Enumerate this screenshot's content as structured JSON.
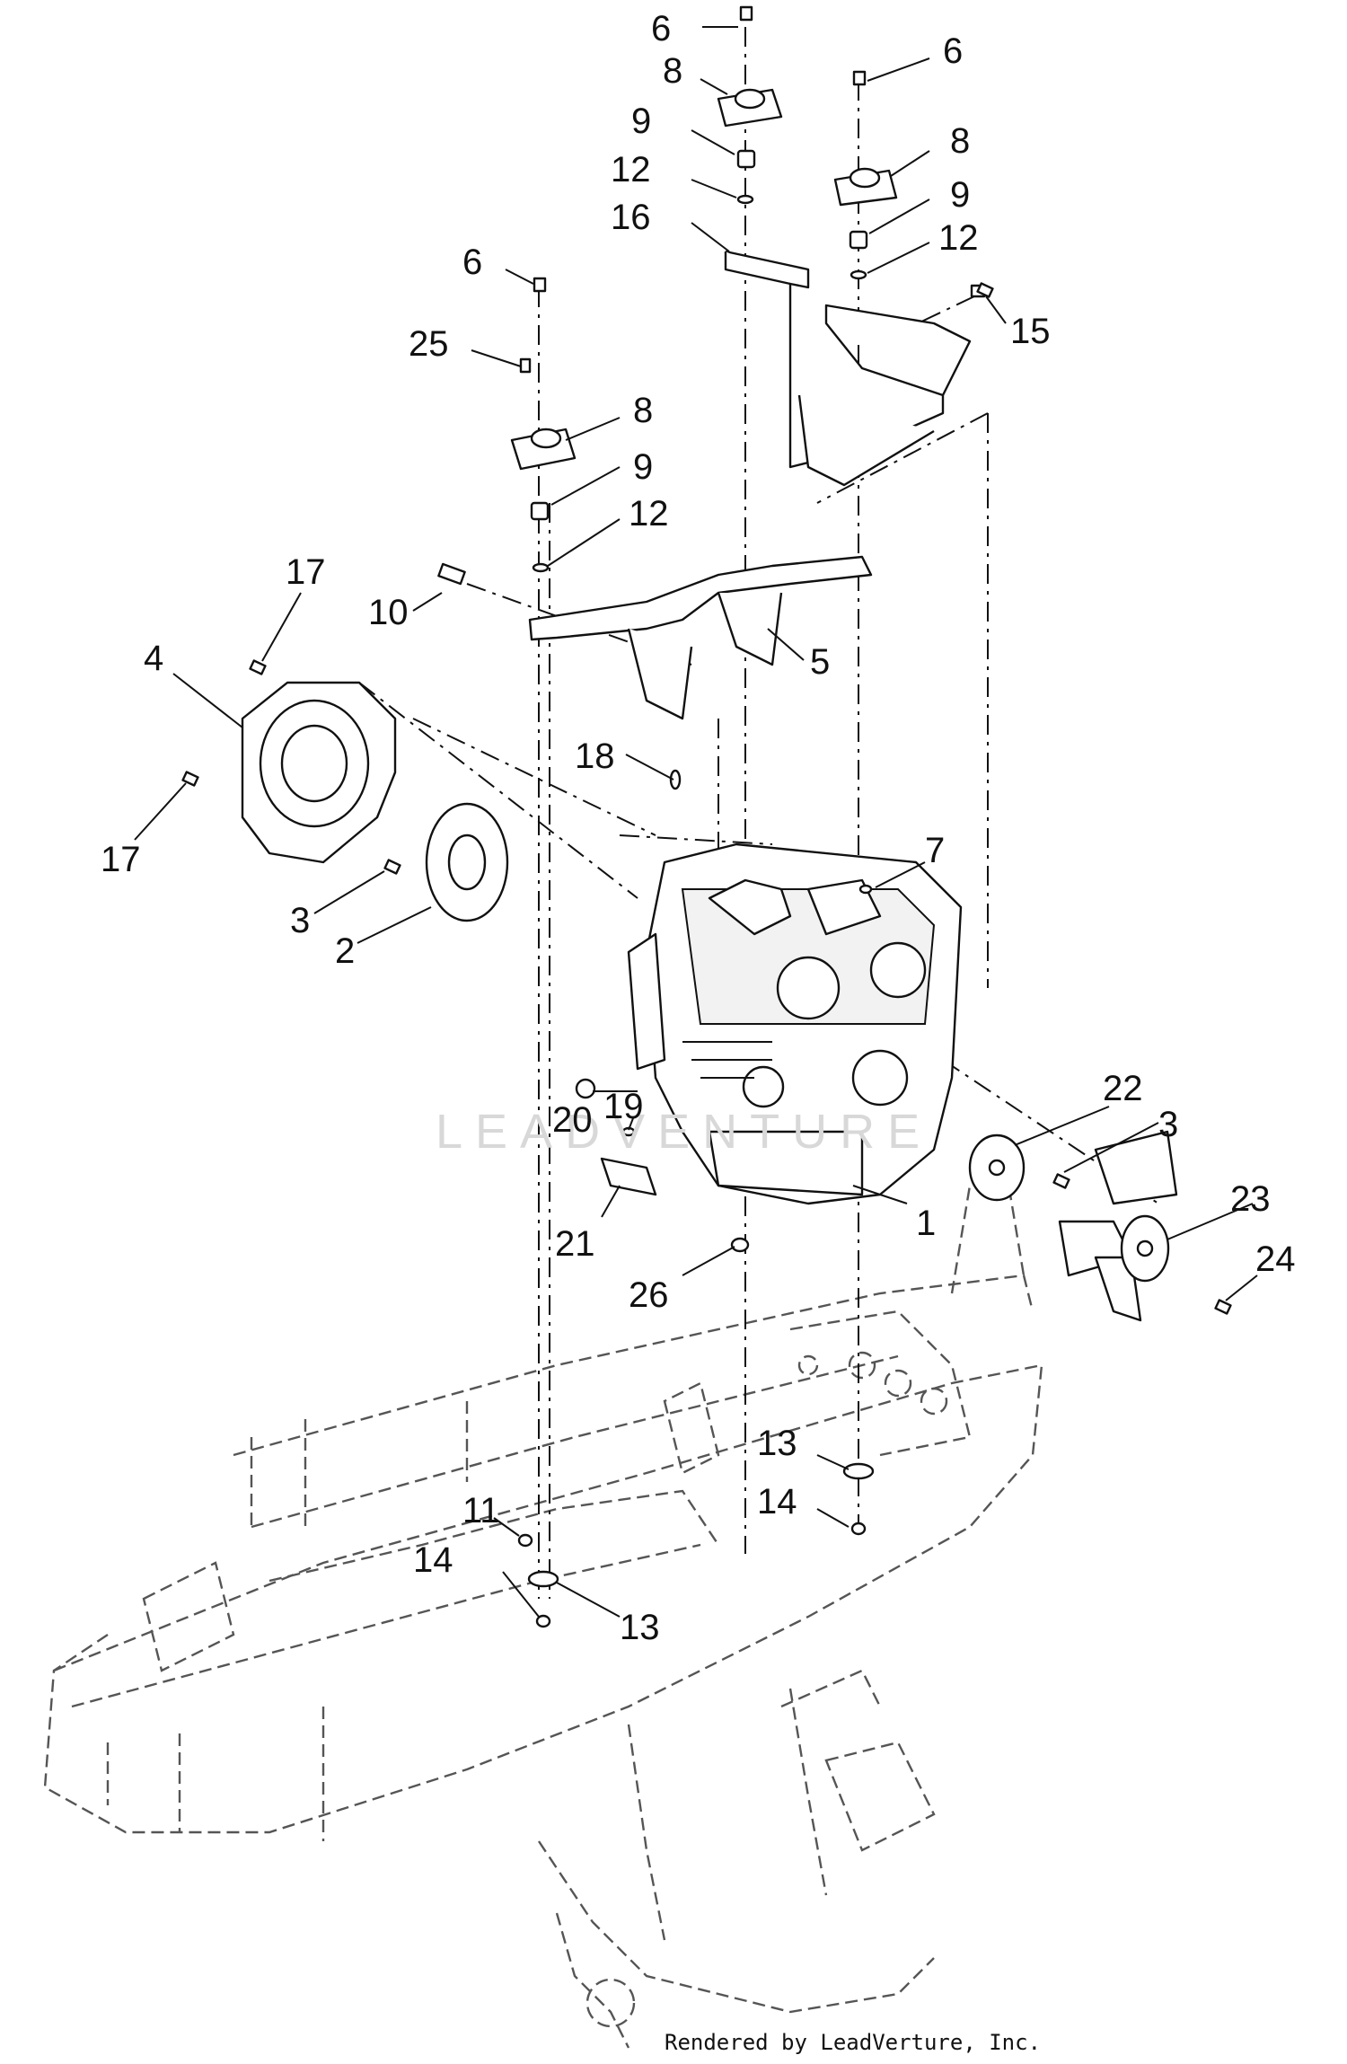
{
  "watermark": "LEADVENTURE",
  "footer": "Rendered by LeadVerture, Inc.",
  "callouts": [
    {
      "id": "c-6a",
      "label": "6"
    },
    {
      "id": "c-8a",
      "label": "8"
    },
    {
      "id": "c-9a",
      "label": "9"
    },
    {
      "id": "c-12a",
      "label": "12"
    },
    {
      "id": "c-16",
      "label": "16"
    },
    {
      "id": "c-6b",
      "label": "6"
    },
    {
      "id": "c-8b",
      "label": "8"
    },
    {
      "id": "c-9b",
      "label": "9"
    },
    {
      "id": "c-12b",
      "label": "12"
    },
    {
      "id": "c-15",
      "label": "15"
    },
    {
      "id": "c-6c",
      "label": "6"
    },
    {
      "id": "c-25",
      "label": "25"
    },
    {
      "id": "c-8c",
      "label": "8"
    },
    {
      "id": "c-9c",
      "label": "9"
    },
    {
      "id": "c-12c",
      "label": "12"
    },
    {
      "id": "c-10",
      "label": "10"
    },
    {
      "id": "c-5",
      "label": "5"
    },
    {
      "id": "c-17a",
      "label": "17"
    },
    {
      "id": "c-4",
      "label": "4"
    },
    {
      "id": "c-17b",
      "label": "17"
    },
    {
      "id": "c-18",
      "label": "18"
    },
    {
      "id": "c-7",
      "label": "7"
    },
    {
      "id": "c-3a",
      "label": "3"
    },
    {
      "id": "c-2",
      "label": "2"
    },
    {
      "id": "c-19",
      "label": "19"
    },
    {
      "id": "c-20",
      "label": "20"
    },
    {
      "id": "c-21",
      "label": "21"
    },
    {
      "id": "c-22",
      "label": "22"
    },
    {
      "id": "c-3b",
      "label": "3"
    },
    {
      "id": "c-23",
      "label": "23"
    },
    {
      "id": "c-24",
      "label": "24"
    },
    {
      "id": "c-1",
      "label": "1"
    },
    {
      "id": "c-26",
      "label": "26"
    },
    {
      "id": "c-13a",
      "label": "13"
    },
    {
      "id": "c-14a",
      "label": "14"
    },
    {
      "id": "c-11",
      "label": "11"
    },
    {
      "id": "c-14b",
      "label": "14"
    },
    {
      "id": "c-13b",
      "label": "13"
    }
  ]
}
